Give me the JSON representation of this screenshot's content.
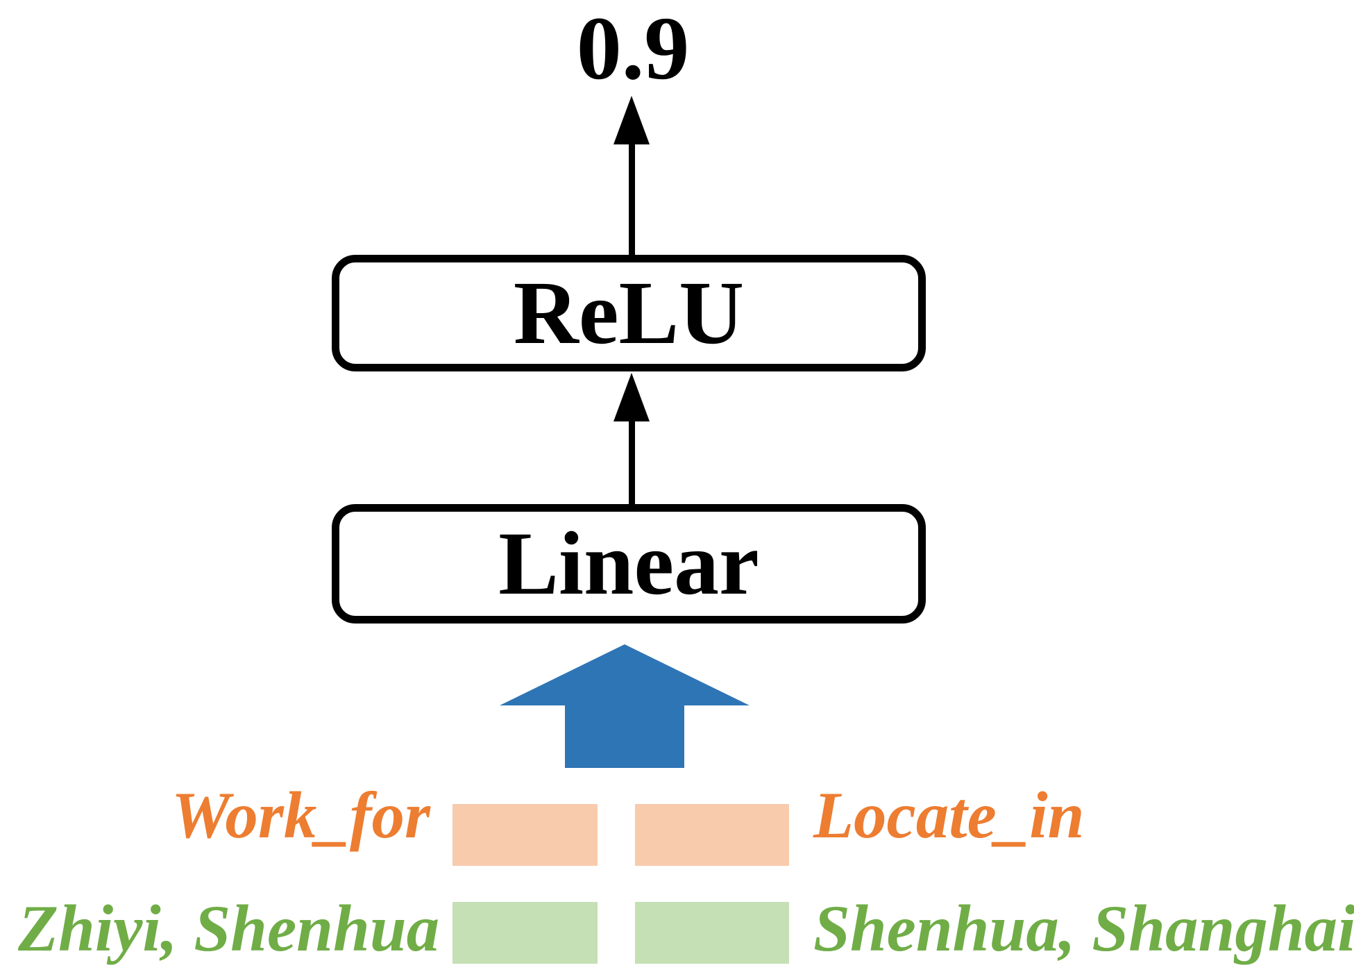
{
  "diagram": {
    "title_hint": "relation classification scorer",
    "output_score": "0.9",
    "layers": [
      {
        "label": "ReLU"
      },
      {
        "label": "Linear"
      }
    ],
    "inputs": {
      "relation_row": {
        "left_label": "Work_for",
        "right_label": "Locate_in"
      },
      "entity_row": {
        "left_label": "Zhiyi, Shenhua",
        "right_label": "Shenhua, Shanghai"
      }
    },
    "icons": [
      "up-arrow-icon",
      "up-arrow-icon",
      "block-up-arrow-icon"
    ],
    "colors": {
      "diagram_black": "#000000",
      "block_arrow_blue": "#2E75B5",
      "relation_text_orange": "#ED7D31",
      "relation_chip_peach": "#F8CBAD",
      "entity_text_green": "#70AD47",
      "entity_chip_green": "#C5E0B4",
      "background": "#FFFFFF"
    }
  }
}
